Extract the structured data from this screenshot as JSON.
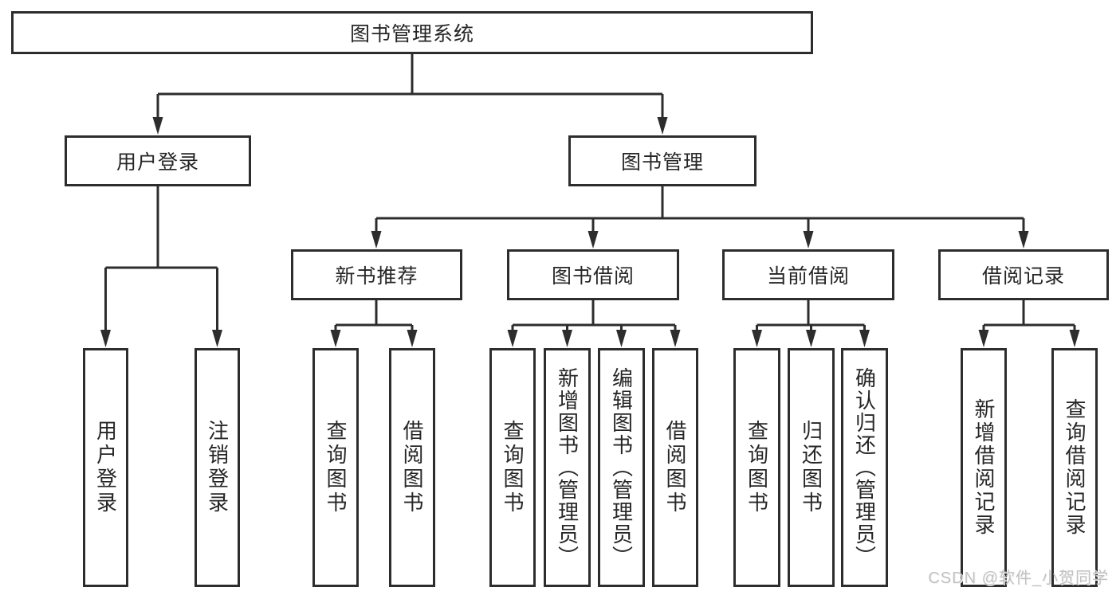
{
  "diagram": {
    "root": {
      "label": "图书管理系统"
    },
    "level2": {
      "user_login": {
        "label": "用户登录"
      },
      "book_management": {
        "label": "图书管理"
      }
    },
    "level3": {
      "new_book_recommend": {
        "label": "新书推荐"
      },
      "book_borrow": {
        "label": "图书借阅"
      },
      "current_borrow": {
        "label": "当前借阅"
      },
      "borrow_record": {
        "label": "借阅记录"
      }
    },
    "leaves": {
      "login_user_login": {
        "label": "用户登录"
      },
      "login_logout": {
        "label": "注销登录"
      },
      "recommend_query_book": {
        "label": "查询图书"
      },
      "recommend_borrow_book": {
        "label": "借阅图书"
      },
      "borrow_query_book": {
        "label": "查询图书"
      },
      "borrow_add_book_admin": {
        "label": "新增图书（管理员）"
      },
      "borrow_edit_book_admin": {
        "label": "编辑图书（管理员）"
      },
      "borrow_borrow_book": {
        "label": "借阅图书"
      },
      "current_query_book": {
        "label": "查询图书"
      },
      "current_return_book": {
        "label": "归还图书"
      },
      "current_confirm_return_admin": {
        "label": "确认归还（管理员）"
      },
      "record_add_record": {
        "label": "新增借阅记录"
      },
      "record_query_record": {
        "label": "查询借阅记录"
      }
    },
    "watermark": "CSDN @软件_小贺同学",
    "colors": {
      "line": "#2d2d2d",
      "text": "#262626",
      "box_background": "#ffffff",
      "watermark": "#c2c2c2"
    }
  }
}
